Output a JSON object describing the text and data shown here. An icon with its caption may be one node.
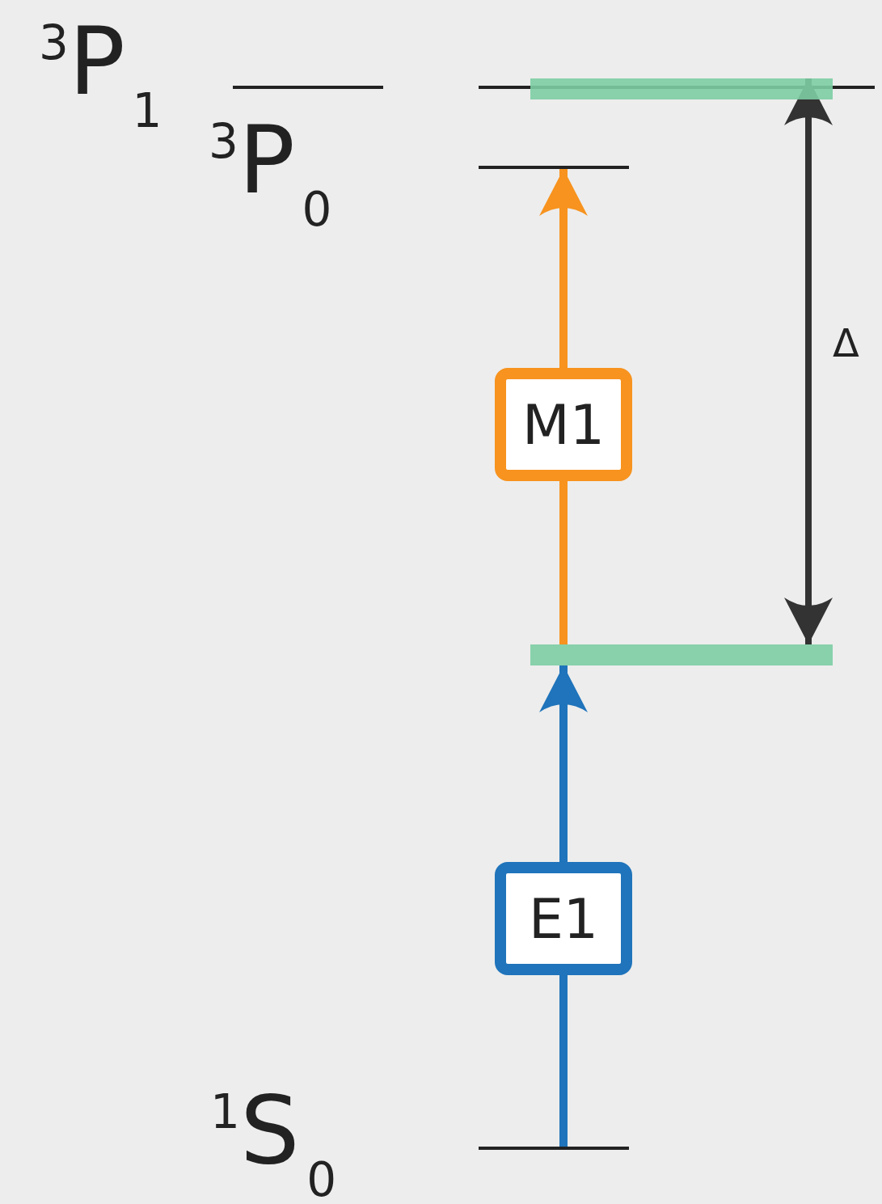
{
  "diagram": {
    "nodes": [
      {
        "text": [],
        "shape": "bar"
      },
      {
        "text": [],
        "shape": "bar"
      },
      {
        "text": [],
        "shape": "bar"
      },
      {
        "text": [],
        "shape": "bar"
      },
      {
        "text": [],
        "shape": "bar"
      },
      {
        "text": [],
        "shape": "bar"
      }
    ],
    "edges": [
      {
        "from": 5,
        "to": 4,
        "arrow": "to",
        "label": "E1",
        "color": "#1f74bb"
      },
      {
        "from": 4,
        "to": 3,
        "arrow": "to",
        "label": "M1",
        "color": "#f7931e"
      },
      {
        "from": 4,
        "to": 2,
        "arrow": "both",
        "label": "Δ",
        "color": "#333333"
      }
    ],
    "labels": [
      "$^{3}$P$_{1}$",
      "$^{3}$P$_{0}$",
      "$^{1}$S$_{0}$"
    ]
  }
}
